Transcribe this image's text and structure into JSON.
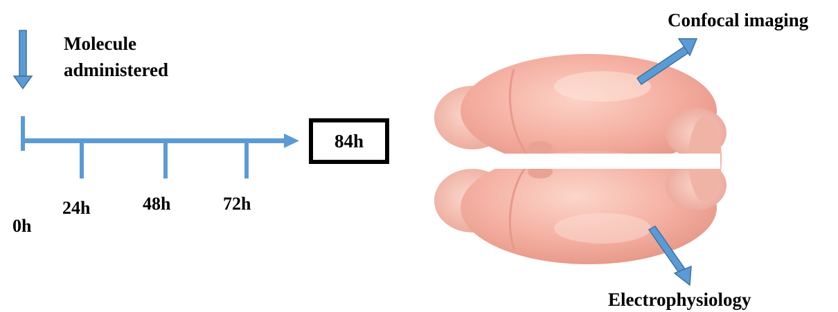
{
  "administration": {
    "line1": "Molecule",
    "line2": "administered"
  },
  "timeline": {
    "ticks": [
      "0h",
      "24h",
      "48h",
      "72h"
    ],
    "endpoint": "84h"
  },
  "outputs": {
    "top": "Confocal imaging",
    "bottom": "Electrophysiology"
  },
  "colors": {
    "arrow_blue": "#5b9bd5",
    "arrow_outline": "#41719c",
    "brain_pink": "#f2a79a",
    "brain_highlight": "#fbd4c8",
    "text": "#000000"
  }
}
